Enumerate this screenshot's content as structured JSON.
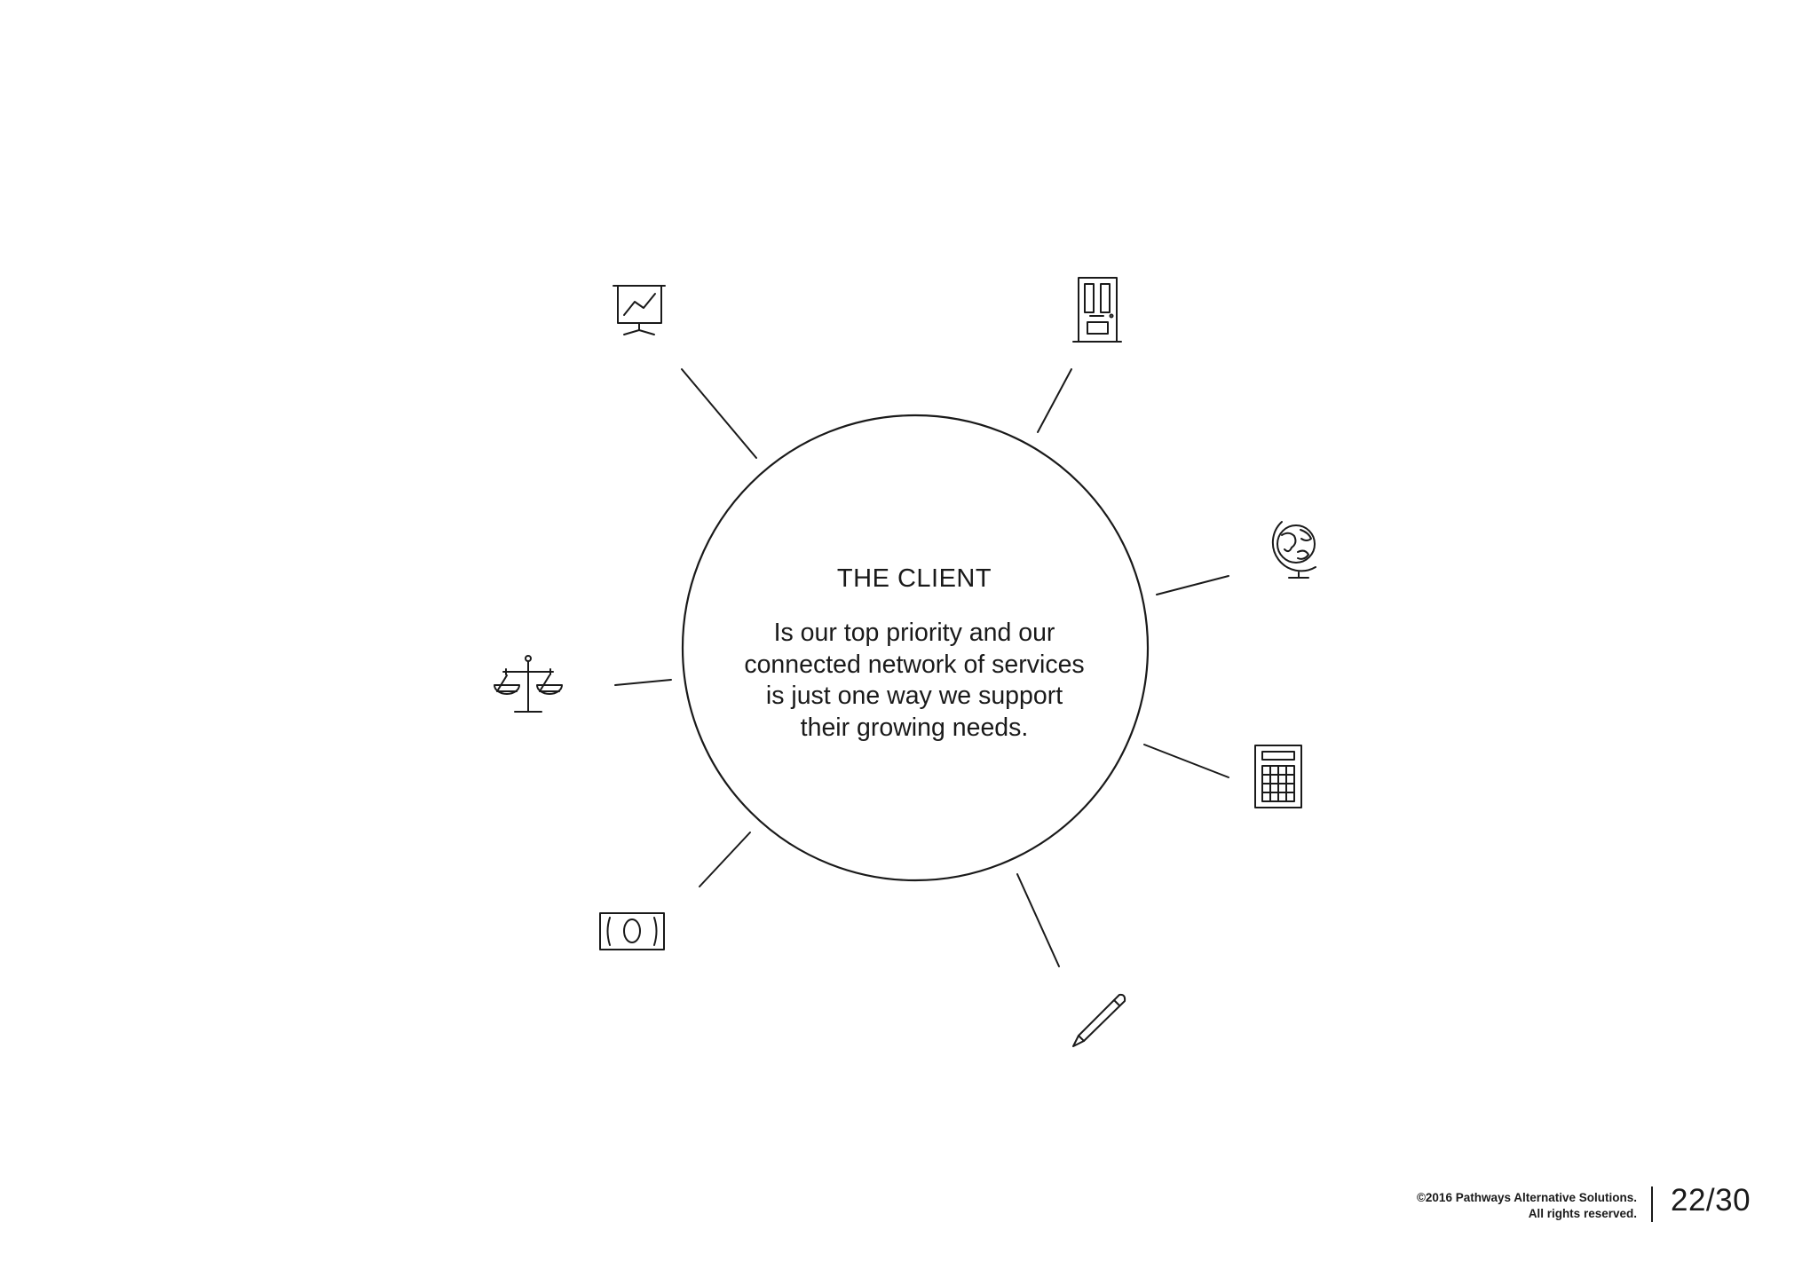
{
  "center": {
    "title": "THE CLIENT",
    "body_lines": [
      "Is our top priority and our",
      "connected network of services",
      "is just one way we support",
      "their growing needs."
    ]
  },
  "service_icons": [
    "presentation-chart-icon",
    "door-icon",
    "globe-icon",
    "calculator-icon",
    "pencil-icon",
    "money-bill-icon",
    "scales-icon"
  ],
  "footer": {
    "copyright_line1": "©2016 Pathways Alternative Solutions.",
    "copyright_line2": "All rights reserved.",
    "page_number": "22/30"
  },
  "colors": {
    "stroke": "#1a1a1a",
    "background": "#ffffff"
  }
}
